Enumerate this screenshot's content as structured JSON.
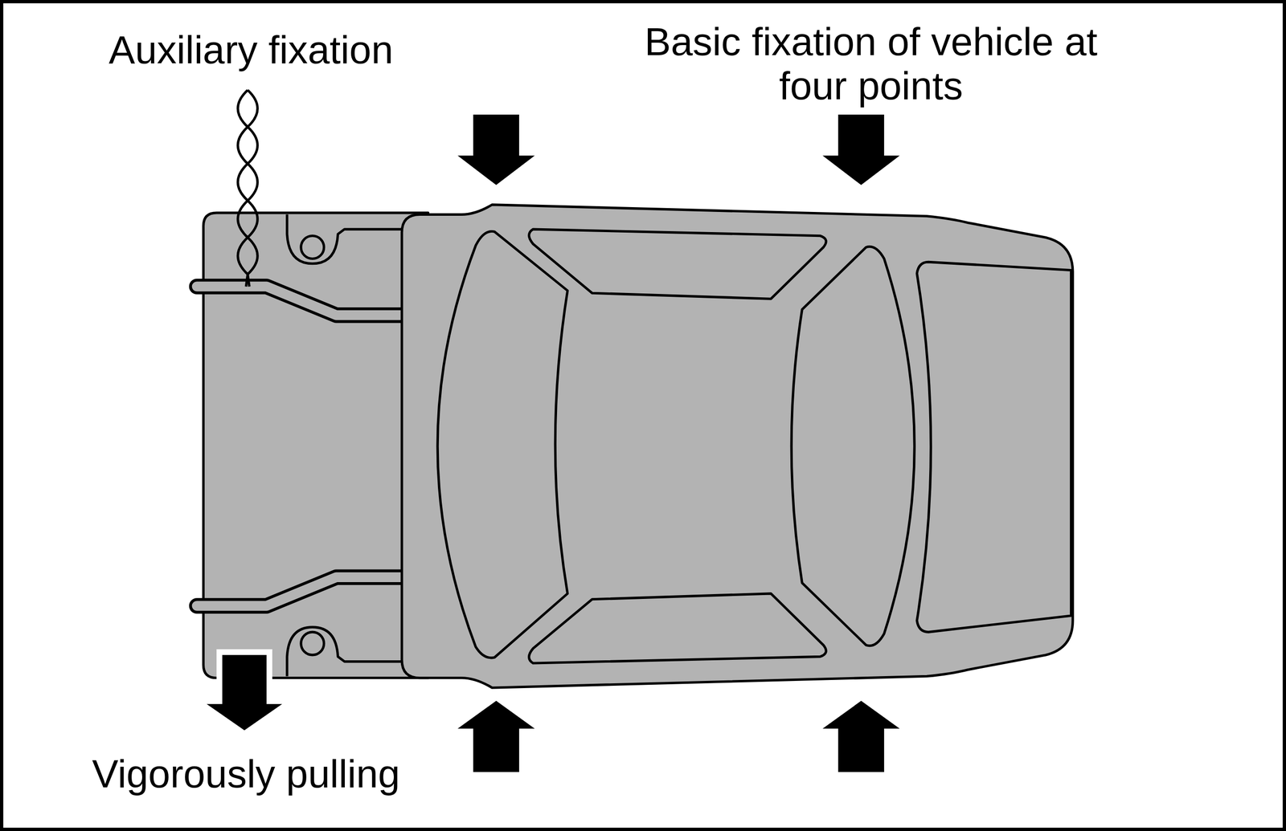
{
  "diagram": {
    "labels": [
      "Auxiliary fixation",
      "Basic fixation of vehicle at four points",
      "Vigorously pulling"
    ]
  }
}
